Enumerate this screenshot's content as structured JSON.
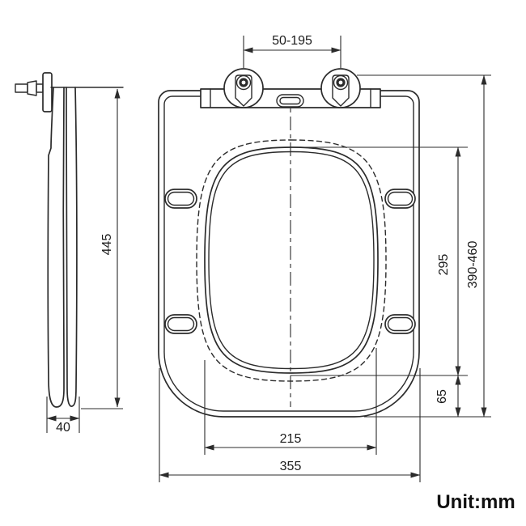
{
  "drawing": {
    "type": "toilet-seat-technical-drawing",
    "unit_label": "Unit:mm",
    "dimensions": {
      "hinge_spacing": "50-195",
      "side_height": "445",
      "side_thickness": "40",
      "inner_length": "295",
      "overall_length": "390-460",
      "back_offset": "65",
      "inner_width": "215",
      "overall_width": "355"
    },
    "colors": {
      "line": "#2b2b2b",
      "text": "#1c1c1c",
      "background": "#ffffff"
    }
  }
}
